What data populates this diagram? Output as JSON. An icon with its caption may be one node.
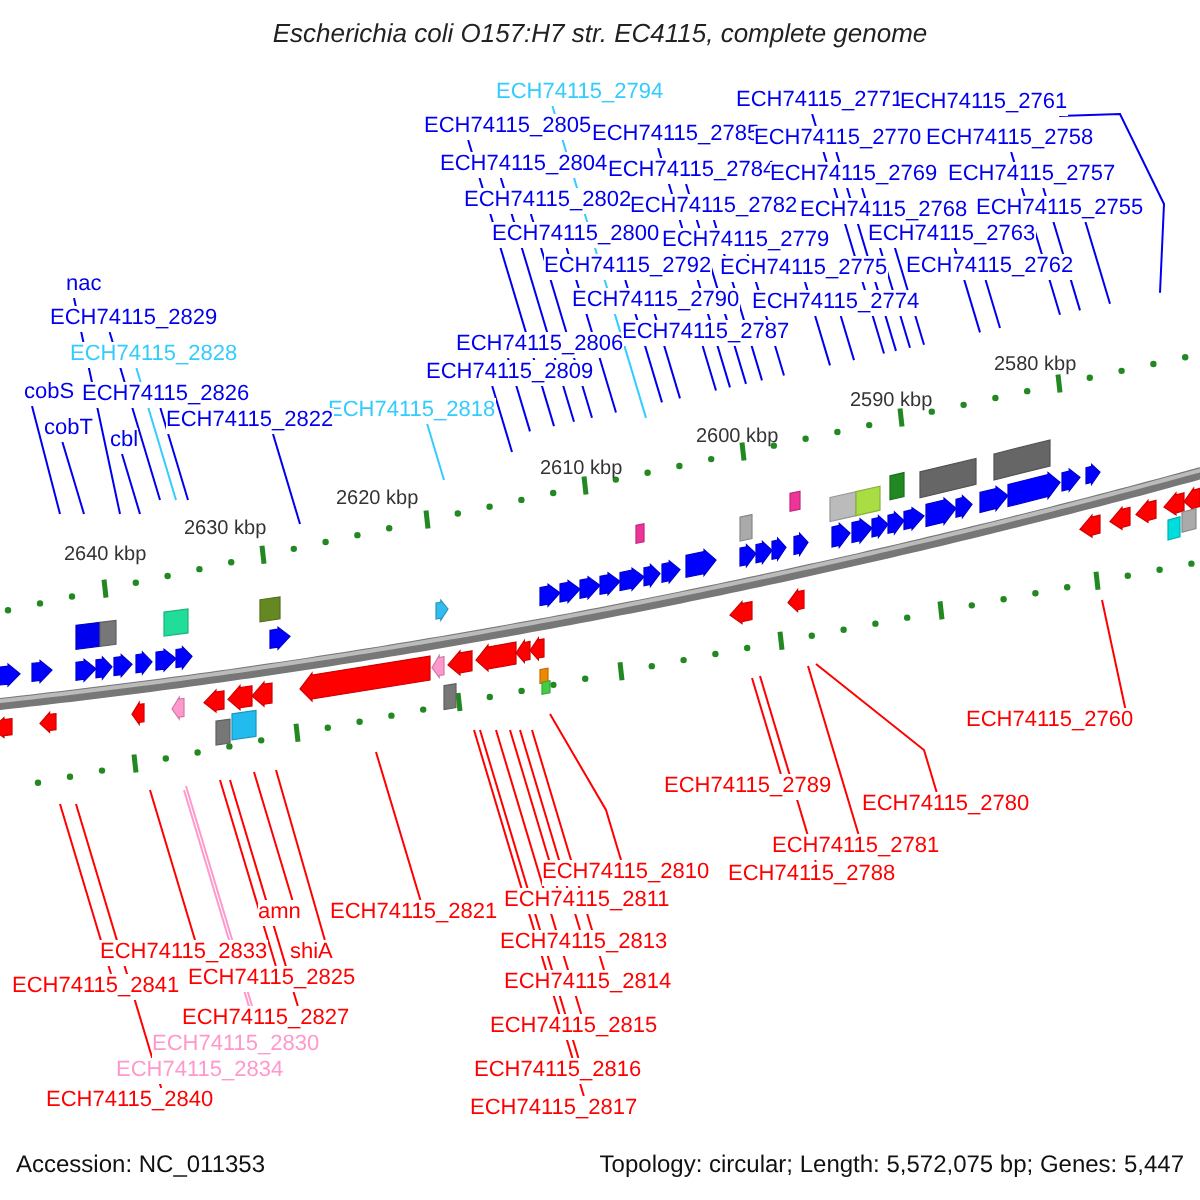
{
  "diagram": {
    "title": "Escherichia coli O157:H7 str. EC4115, complete genome",
    "nodes": [
      {
        "text": [
          "ECH74115_2794"
        ]
      },
      {
        "text": [
          "ECH74115_2771"
        ]
      },
      {
        "text": [
          "ECH74115_2761"
        ]
      },
      {
        "text": [
          "ECH74115_2805"
        ]
      },
      {
        "text": [
          "ECH74115_2785"
        ]
      },
      {
        "text": [
          "ECH74115_2770"
        ]
      },
      {
        "text": [
          "ECH74115_2758"
        ]
      },
      {
        "text": [
          "ECH74115_2804"
        ]
      },
      {
        "text": [
          "ECH74115_2784"
        ]
      },
      {
        "text": [
          "ECH74115_2769"
        ]
      },
      {
        "text": [
          "ECH74115_2757"
        ]
      },
      {
        "text": [
          "ECH74115_2802"
        ]
      },
      {
        "text": [
          "ECH74115_2782"
        ]
      },
      {
        "text": [
          "ECH74115_2768"
        ]
      },
      {
        "text": [
          "ECH74115_2755"
        ]
      },
      {
        "text": [
          "ECH74115_2800"
        ]
      },
      {
        "text": [
          "ECH74115_2779"
        ]
      },
      {
        "text": [
          "ECH74115_2763"
        ]
      },
      {
        "text": [
          "ECH74115_2792"
        ]
      },
      {
        "text": [
          "ECH74115_2775"
        ]
      },
      {
        "text": [
          "ECH74115_2762"
        ]
      },
      {
        "text": [
          "nac"
        ]
      },
      {
        "text": [
          "ECH74115_2790"
        ]
      },
      {
        "text": [
          "ECH74115_2774"
        ]
      },
      {
        "text": [
          "ECH74115_2829"
        ]
      },
      {
        "text": [
          "ECH74115_2787"
        ]
      },
      {
        "text": [
          "ECH74115_2806"
        ]
      },
      {
        "text": [
          "ECH74115_2828"
        ]
      },
      {
        "text": [
          "ECH74115_2809"
        ]
      },
      {
        "text": [
          "cobS"
        ]
      },
      {
        "text": [
          "ECH74115_2826"
        ]
      },
      {
        "text": [
          "ECH74115_2818"
        ]
      },
      {
        "text": [
          "ECH74115_2822"
        ]
      },
      {
        "text": [
          "cobT"
        ]
      },
      {
        "text": [
          "cbl"
        ]
      },
      {
        "text": [
          "ECH74115_2760"
        ]
      },
      {
        "text": [
          "ECH74115_2789"
        ]
      },
      {
        "text": [
          "ECH74115_2780"
        ]
      },
      {
        "text": [
          "ECH74115_2781"
        ]
      },
      {
        "text": [
          "ECH74115_2810"
        ]
      },
      {
        "text": [
          "ECH74115_2788"
        ]
      },
      {
        "text": [
          "ECH74115_2811"
        ]
      },
      {
        "text": [
          "amn"
        ]
      },
      {
        "text": [
          "ECH74115_2821"
        ]
      },
      {
        "text": [
          "ECH74115_2813"
        ]
      },
      {
        "text": [
          "shiA"
        ]
      },
      {
        "text": [
          "ECH74115_2833"
        ]
      },
      {
        "text": [
          "ECH74115_2825"
        ]
      },
      {
        "text": [
          "ECH74115_2814"
        ]
      },
      {
        "text": [
          "ECH74115_2841"
        ]
      },
      {
        "text": [
          "ECH74115_2827"
        ]
      },
      {
        "text": [
          "ECH74115_2815"
        ]
      },
      {
        "text": [
          "ECH74115_2830"
        ]
      },
      {
        "text": [
          "ECH74115_2816"
        ]
      },
      {
        "text": [
          "ECH74115_2834"
        ]
      },
      {
        "text": [
          "ECH74115_2840"
        ]
      },
      {
        "text": [
          "ECH74115_2817"
        ]
      }
    ],
    "edges": [
      {
        "from": 0,
        "to": null,
        "arrow": "none",
        "color": "#33ccff"
      },
      {
        "from": 1,
        "to": null,
        "arrow": "none"
      },
      {
        "from": 2,
        "to": null,
        "arrow": "none"
      },
      {
        "from": 3,
        "to": null,
        "arrow": "none"
      },
      {
        "from": 4,
        "to": null,
        "arrow": "none"
      },
      {
        "from": 5,
        "to": null,
        "arrow": "none"
      },
      {
        "from": 6,
        "to": null,
        "arrow": "none"
      },
      {
        "from": 7,
        "to": null,
        "arrow": "none"
      },
      {
        "from": 8,
        "to": null,
        "arrow": "none"
      },
      {
        "from": 9,
        "to": null,
        "arrow": "none"
      },
      {
        "from": 10,
        "to": null,
        "arrow": "none"
      },
      {
        "from": 11,
        "to": null,
        "arrow": "none"
      },
      {
        "from": 12,
        "to": null,
        "arrow": "none"
      },
      {
        "from": 13,
        "to": null,
        "arrow": "none"
      },
      {
        "from": 14,
        "to": null,
        "arrow": "none"
      },
      {
        "from": 15,
        "to": null,
        "arrow": "none"
      },
      {
        "from": 16,
        "to": null,
        "arrow": "none"
      },
      {
        "from": 17,
        "to": null,
        "arrow": "none"
      },
      {
        "from": 18,
        "to": null,
        "arrow": "none"
      },
      {
        "from": 19,
        "to": null,
        "arrow": "none"
      },
      {
        "from": 20,
        "to": null,
        "arrow": "none"
      },
      {
        "from": 21,
        "to": null,
        "arrow": "none"
      },
      {
        "from": 22,
        "to": null,
        "arrow": "none"
      },
      {
        "from": 23,
        "to": null,
        "arrow": "none"
      },
      {
        "from": 24,
        "to": null,
        "arrow": "none"
      },
      {
        "from": 25,
        "to": null,
        "arrow": "none"
      },
      {
        "from": 26,
        "to": null,
        "arrow": "none"
      },
      {
        "from": 27,
        "to": null,
        "arrow": "none",
        "color": "#33ccff"
      },
      {
        "from": 28,
        "to": null,
        "arrow": "none"
      },
      {
        "from": 29,
        "to": null,
        "arrow": "none"
      },
      {
        "from": 30,
        "to": null,
        "arrow": "none"
      },
      {
        "from": 31,
        "to": null,
        "arrow": "none",
        "color": "#33ccff"
      },
      {
        "from": 32,
        "to": null,
        "arrow": "none"
      },
      {
        "from": 33,
        "to": null,
        "arrow": "none"
      },
      {
        "from": 34,
        "to": null,
        "arrow": "none"
      },
      {
        "from": 35,
        "to": null,
        "arrow": "none",
        "color": "#ff0000"
      },
      {
        "from": 36,
        "to": null,
        "arrow": "none",
        "color": "#ff0000"
      },
      {
        "from": 37,
        "to": null,
        "arrow": "none",
        "color": "#ff0000"
      },
      {
        "from": 38,
        "to": null,
        "arrow": "none",
        "color": "#ff0000"
      },
      {
        "from": 39,
        "to": null,
        "arrow": "none",
        "color": "#ff0000"
      },
      {
        "from": 40,
        "to": null,
        "arrow": "none",
        "color": "#ff0000"
      },
      {
        "from": 41,
        "to": null,
        "arrow": "none",
        "color": "#ff0000"
      },
      {
        "from": 42,
        "to": null,
        "arrow": "none",
        "color": "#ff0000"
      },
      {
        "from": 43,
        "to": null,
        "arrow": "none",
        "color": "#ff0000"
      },
      {
        "from": 44,
        "to": null,
        "arrow": "none",
        "color": "#ff0000"
      },
      {
        "from": 45,
        "to": null,
        "arrow": "none",
        "color": "#ff0000"
      },
      {
        "from": 46,
        "to": null,
        "arrow": "none",
        "color": "#ff0000"
      },
      {
        "from": 47,
        "to": null,
        "arrow": "none",
        "color": "#ff0000"
      },
      {
        "from": 48,
        "to": null,
        "arrow": "none",
        "color": "#ff0000"
      },
      {
        "from": 49,
        "to": null,
        "arrow": "none",
        "color": "#ff0000"
      },
      {
        "from": 50,
        "to": null,
        "arrow": "none",
        "color": "#ff0000"
      },
      {
        "from": 51,
        "to": null,
        "arrow": "none",
        "color": "#ff0000"
      },
      {
        "from": 52,
        "to": null,
        "arrow": "none",
        "color": "#ff99cc"
      },
      {
        "from": 53,
        "to": null,
        "arrow": "none",
        "color": "#ff0000"
      },
      {
        "from": 54,
        "to": null,
        "arrow": "none",
        "color": "#ff99cc"
      },
      {
        "from": 55,
        "to": null,
        "arrow": "none",
        "color": "#ff0000"
      },
      {
        "from": 56,
        "to": null,
        "arrow": "none",
        "color": "#ff0000"
      }
    ],
    "labels": [
      "2580 kbp",
      "2590 kbp",
      "2600 kbp",
      "2610 kbp",
      "2620 kbp",
      "2630 kbp",
      "2640 kbp",
      "Accession: NC_011353",
      "Topology: circular; Length: 5,572,075 bp; Genes: 5,447"
    ]
  }
}
